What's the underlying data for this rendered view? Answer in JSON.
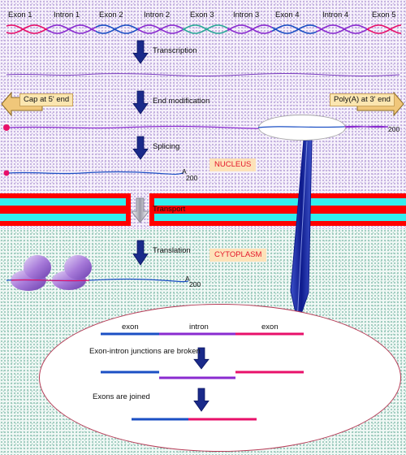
{
  "gene_labels": [
    "Exon 1",
    "Intron 1",
    "Exon 2",
    "Intron 2",
    "Exon 3",
    "Intron 3",
    "Exon 4",
    "Intron 4",
    "Exon 5"
  ],
  "steps": {
    "transcription": "Transcription",
    "end_modification": "End modification",
    "splicing": "Splicing",
    "transport": "Transport",
    "translation": "Translation"
  },
  "compartments": {
    "nucleus": "NUCLEUS",
    "cytoplasm": "CYTOPLASM"
  },
  "ends": {
    "cap": "Cap at 5' end",
    "polya": "Poly(A) at 3' end"
  },
  "tail": {
    "a": "A",
    "n": "200"
  },
  "splicing_detail": {
    "exon_left": "exon",
    "intron": "intron",
    "exon_right": "exon",
    "junctions_broken": "Exon-intron junctions are broken",
    "exons_joined": "Exons are joined"
  },
  "colors": {
    "exon_blue": "#1b4fc4",
    "intron_purple": "#8a2bd0",
    "exon_pink": "#e8106a",
    "membrane_red": "#ff0000",
    "membrane_cyan": "#33eeee",
    "arrow_navy": "#1a2a8a",
    "cap_magenta": "#e8106a"
  },
  "icons": [
    "down-arrow-icon",
    "left-arrow-icon",
    "right-arrow-icon",
    "ribosome-icon",
    "zoom-arrow-icon"
  ]
}
